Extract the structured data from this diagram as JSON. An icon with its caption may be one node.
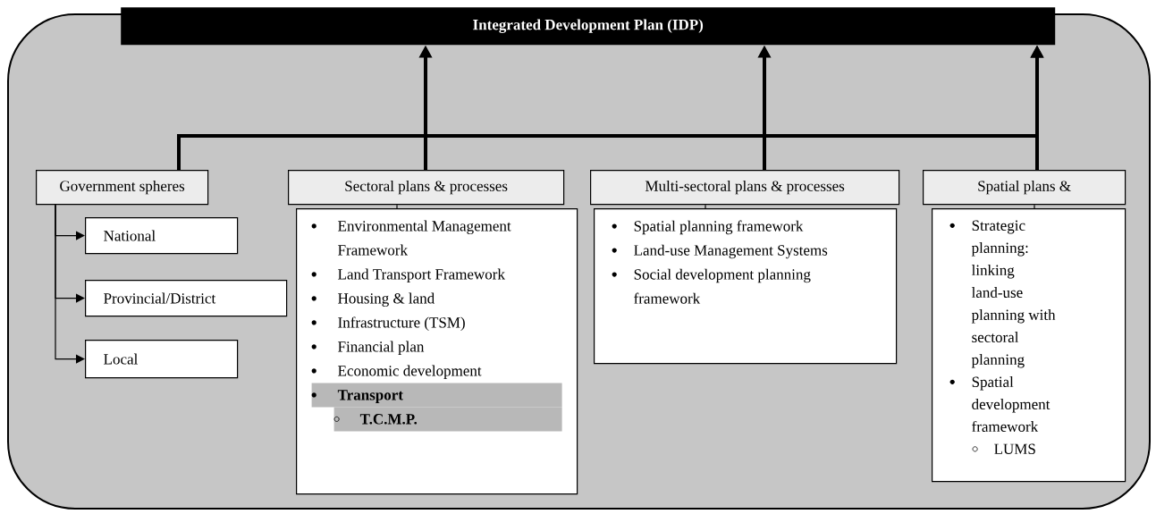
{
  "diagram": {
    "nodes": [
      {
        "text": [],
        "shape": "box"
      },
      {
        "text": [
          "Integrated Development Plan (IDP)"
        ],
        "in": 0
      },
      {
        "text": [
          "Government spheres"
        ],
        "in": 0
      },
      {
        "text": [
          "Sectoral plans & processes"
        ],
        "in": 0
      },
      {
        "text": [
          "Multi-sectoral plans & processes"
        ],
        "in": 0
      },
      {
        "text": [
          "Spatial plans &"
        ],
        "in": 0
      },
      {
        "text": [
          "National"
        ],
        "in": 0
      },
      {
        "text": [
          "Provincial/District"
        ],
        "in": 0
      },
      {
        "text": [
          "Local"
        ],
        "in": 0
      },
      {
        "text": [
          "Environmental Management Framework",
          "Land Transport Framework",
          "Housing & land",
          "Infrastructure (TSM)",
          "Financial plan",
          "Economic development",
          "Transport",
          "T.C.M.P."
        ],
        "in": 0
      },
      {
        "text": [
          "Spatial planning framework",
          "Land-use Management Systems",
          "Social development planning framework"
        ],
        "in": 0
      },
      {
        "text": [
          "Strategic planning: linking land-use planning with sectoral planning",
          "Spatial development framework",
          "LUMS"
        ],
        "in": 0
      }
    ],
    "edges": [
      {
        "from": 2,
        "to": 1,
        "arrow": "to",
        "style": "thick"
      },
      {
        "from": 3,
        "to": 1,
        "arrow": "to",
        "style": "thick"
      },
      {
        "from": 4,
        "to": 1,
        "arrow": "to",
        "style": "thick"
      },
      {
        "from": 5,
        "to": 1,
        "arrow": "to",
        "style": "thick"
      },
      {
        "from": 2,
        "to": 6,
        "arrow": "to"
      },
      {
        "from": 2,
        "to": 7,
        "arrow": "to"
      },
      {
        "from": 2,
        "to": 8,
        "arrow": "to"
      },
      {
        "from": 3,
        "to": 9,
        "arrow": "none"
      },
      {
        "from": 4,
        "to": 10,
        "arrow": "none"
      },
      {
        "from": 5,
        "to": 11,
        "arrow": "none"
      }
    ]
  }
}
